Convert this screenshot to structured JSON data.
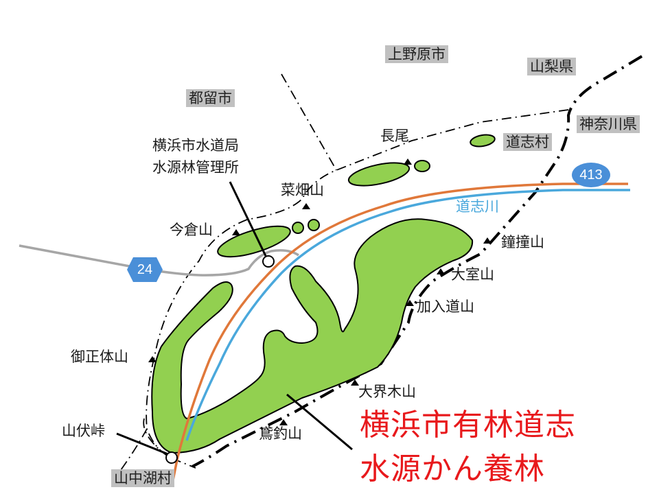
{
  "map": {
    "title_lines": [
      "横浜市有林道志",
      "水源かん養林"
    ],
    "colors": {
      "forest_fill": "#92d050",
      "outline": "#000000",
      "road_orange": "#e0783a",
      "river_blue": "#4aa8dc",
      "road_gray": "#a6a6a6",
      "route_badge": "#4a8fd8",
      "muni_label_bg": "#c0c0c0",
      "title_red": "#e8191c"
    },
    "municipalities": [
      {
        "name": "上野原市"
      },
      {
        "name": "山梨県"
      },
      {
        "name": "都留市"
      },
      {
        "name": "神奈川県"
      },
      {
        "name": "道志村"
      },
      {
        "name": "山中湖村"
      }
    ],
    "facility": {
      "lines": [
        "横浜市水道局",
        "水源林管理所"
      ]
    },
    "river": {
      "name": "道志川"
    },
    "routes": [
      {
        "number": "24",
        "shape": "hexagon"
      },
      {
        "number": "413",
        "shape": "ellipse"
      }
    ],
    "peaks": [
      {
        "name": "長尾"
      },
      {
        "name": "菜畑山"
      },
      {
        "name": "今倉山"
      },
      {
        "name": "鐘撞山"
      },
      {
        "name": "大室山"
      },
      {
        "name": "加入道山"
      },
      {
        "name": "御正体山"
      },
      {
        "name": "大界木山"
      },
      {
        "name": "鳶釣山"
      }
    ],
    "pass": {
      "name": "山伏峠"
    }
  }
}
